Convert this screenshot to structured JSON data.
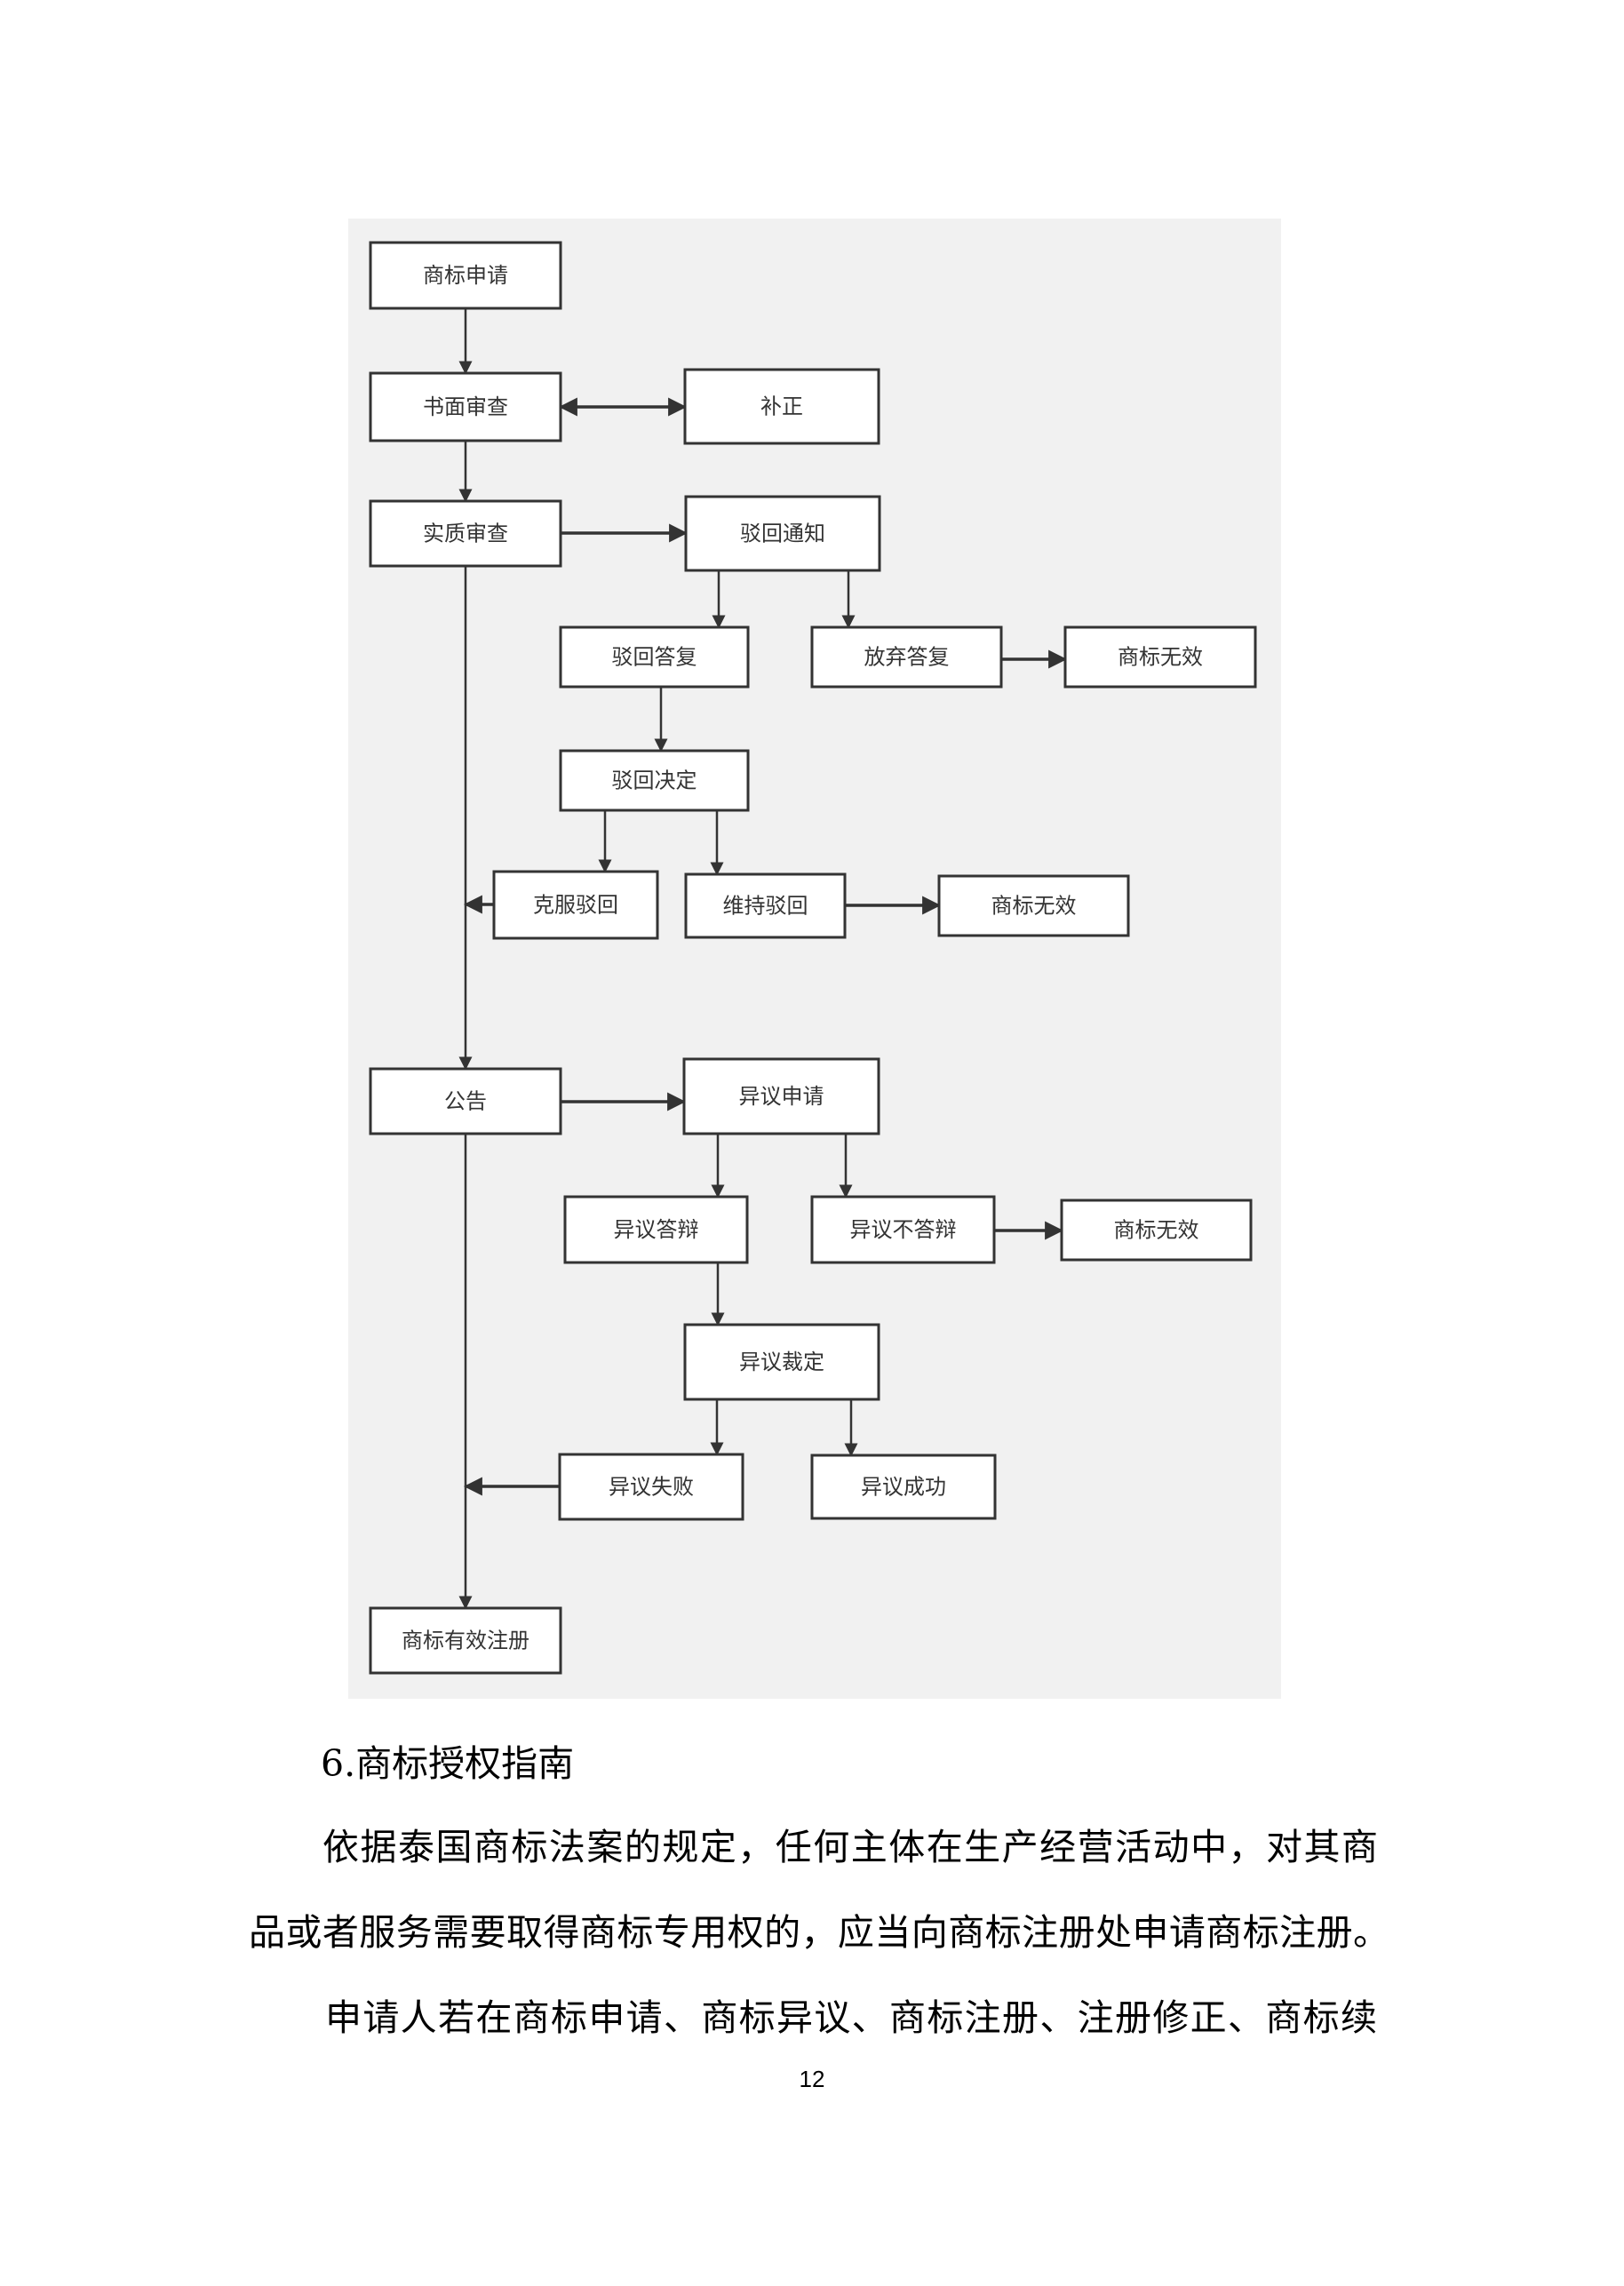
{
  "document": {
    "page_number": "12",
    "flowchart": {
      "title": "商标注册流程",
      "nodes": [
        {
          "id": "apply",
          "label": "商标申请"
        },
        {
          "id": "formal_exam",
          "label": "书面审查"
        },
        {
          "id": "correction",
          "label": "补正"
        },
        {
          "id": "substantive_exam",
          "label": "实质审查"
        },
        {
          "id": "rejection_notice",
          "label": "驳回通知"
        },
        {
          "id": "rejection_reply",
          "label": "驳回答复"
        },
        {
          "id": "abandon_reply",
          "label": "放弃答复"
        },
        {
          "id": "invalid_1",
          "label": "商标无效"
        },
        {
          "id": "rejection_decision",
          "label": "驳回决定"
        },
        {
          "id": "overcome_rejection",
          "label": "克服驳回"
        },
        {
          "id": "maintain_rejection",
          "label": "维持驳回"
        },
        {
          "id": "invalid_2",
          "label": "商标无效"
        },
        {
          "id": "publication",
          "label": "公告"
        },
        {
          "id": "opposition_apply",
          "label": "异议申请"
        },
        {
          "id": "opposition_defense",
          "label": "异议答辩"
        },
        {
          "id": "opposition_no_defense",
          "label": "异议不答辩"
        },
        {
          "id": "invalid_3",
          "label": "商标无效"
        },
        {
          "id": "opposition_ruling",
          "label": "异议裁定"
        },
        {
          "id": "opposition_failed",
          "label": "异议失败"
        },
        {
          "id": "opposition_success",
          "label": "异议成功"
        },
        {
          "id": "valid_registration",
          "label": "商标有效注册"
        }
      ],
      "edges": [
        {
          "from": "apply",
          "to": "formal_exam"
        },
        {
          "from": "formal_exam",
          "to": "correction",
          "bidirectional": true
        },
        {
          "from": "formal_exam",
          "to": "substantive_exam"
        },
        {
          "from": "substantive_exam",
          "to": "rejection_notice"
        },
        {
          "from": "rejection_notice",
          "to": "rejection_reply"
        },
        {
          "from": "rejection_notice",
          "to": "abandon_reply"
        },
        {
          "from": "abandon_reply",
          "to": "invalid_1"
        },
        {
          "from": "rejection_reply",
          "to": "rejection_decision"
        },
        {
          "from": "rejection_decision",
          "to": "overcome_rejection"
        },
        {
          "from": "rejection_decision",
          "to": "maintain_rejection"
        },
        {
          "from": "maintain_rejection",
          "to": "invalid_2"
        },
        {
          "from": "overcome_rejection",
          "to": "main_line"
        },
        {
          "from": "substantive_exam",
          "to": "publication"
        },
        {
          "from": "publication",
          "to": "opposition_apply"
        },
        {
          "from": "opposition_apply",
          "to": "opposition_defense"
        },
        {
          "from": "opposition_apply",
          "to": "opposition_no_defense"
        },
        {
          "from": "opposition_no_defense",
          "to": "invalid_3"
        },
        {
          "from": "opposition_defense",
          "to": "opposition_ruling"
        },
        {
          "from": "opposition_ruling",
          "to": "opposition_failed"
        },
        {
          "from": "opposition_ruling",
          "to": "opposition_success"
        },
        {
          "from": "opposition_failed",
          "to": "main_line"
        },
        {
          "from": "publication",
          "to": "valid_registration"
        }
      ]
    },
    "section_heading": "6.商标授权指南",
    "paragraph_lines": [
      "依据泰国商标法案的规定，任何主体在生产经营活动中，对其商",
      "品或者服务需要取得商标专用权的，应当向商标注册处申请商标注册。",
      "申请人若在商标申请、商标异议、商标注册、注册修正、商标续"
    ]
  }
}
